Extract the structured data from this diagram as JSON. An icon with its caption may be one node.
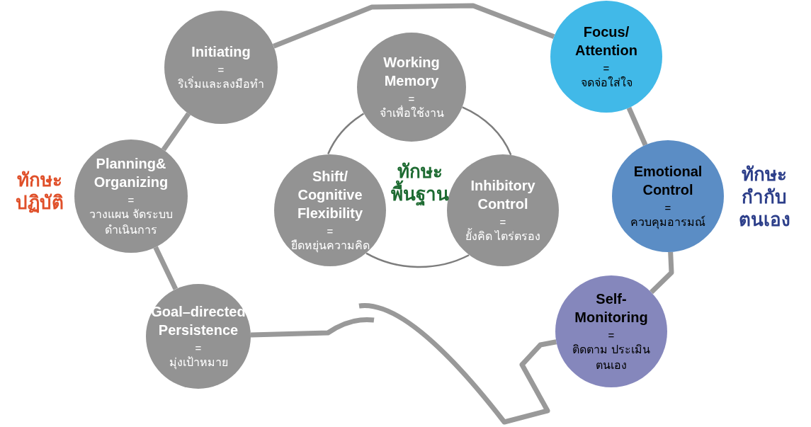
{
  "diagram": {
    "nodes": [
      {
        "text": [
          "Initiating",
          "=",
          "ริเริ่มและลงมือทำ"
        ]
      },
      {
        "text": [
          "Planning& Organizing",
          "=",
          "วางแผน จัดระบบ ดำเนินการ"
        ]
      },
      {
        "text": [
          "Goal–directed Persistence",
          "=",
          "มุ่งเป้าหมาย"
        ]
      },
      {
        "text": [
          "Working Memory",
          "=",
          "จำเพื่อใช้งาน"
        ]
      },
      {
        "text": [
          "Shift/ Cognitive Flexibility",
          "=",
          "ยืดหยุ่นความคิด"
        ]
      },
      {
        "text": [
          "Inhibitory Control",
          "=",
          "ยั้งคิด ไตร่ตรอง"
        ]
      },
      {
        "text": [
          "Focus/ Attention",
          "=",
          "จดจ่อใส่ใจ"
        ]
      },
      {
        "text": [
          "Emotional Control",
          "=",
          "ควบคุมอารมณ์"
        ]
      },
      {
        "text": [
          "Self-Monitoring",
          "=",
          "ติดตาม ประเมินตนเอง"
        ]
      }
    ],
    "edges": [
      {
        "from": 0,
        "to": 6,
        "arrow": "none"
      },
      {
        "from": 0,
        "to": 1,
        "arrow": "none"
      },
      {
        "from": 1,
        "to": 2,
        "arrow": "none"
      },
      {
        "from": 2,
        "to": null,
        "arrow": "none"
      },
      {
        "from": null,
        "to": 8,
        "arrow": "none"
      },
      {
        "from": 6,
        "to": 7,
        "arrow": "none"
      },
      {
        "from": 7,
        "to": 8,
        "arrow": "none"
      },
      {
        "from": 3,
        "to": 5,
        "arrow": "none"
      },
      {
        "from": 5,
        "to": 4,
        "arrow": "none"
      },
      {
        "from": 4,
        "to": 3,
        "arrow": "none"
      }
    ],
    "labels": [
      "ทักษะปฏิบัติ",
      "ทักษะพื้นฐาน",
      "ทักษะกำกับตนเอง"
    ]
  }
}
